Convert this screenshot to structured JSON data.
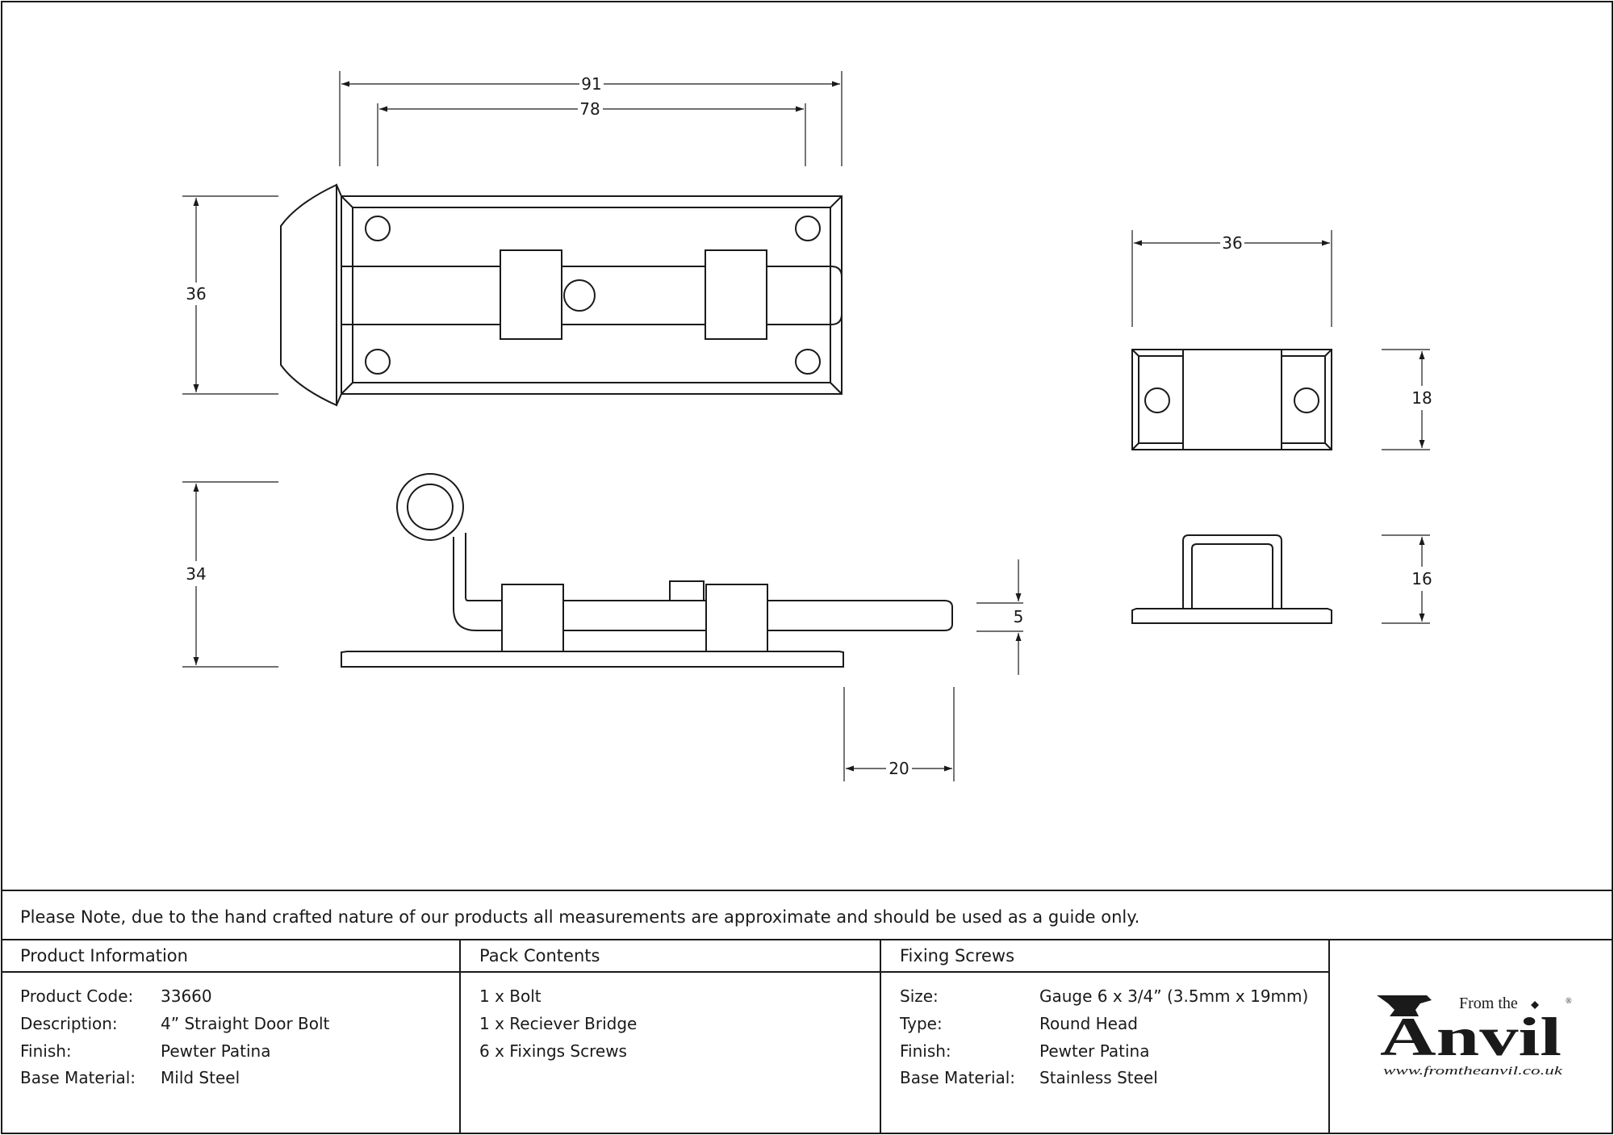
{
  "dimensions": {
    "width_overall": "91",
    "width_plate": "78",
    "height_bolt": "36",
    "height_side": "34",
    "receiver_width": "36",
    "receiver_height": "18",
    "receiver_side_height": "16",
    "bolt_diameter": "5",
    "bolt_throw": "20"
  },
  "note": "Please Note, due to the hand crafted nature of our products all measurements are approximate and should be used as a guide only.",
  "product_information": {
    "heading": "Product Information",
    "rows": [
      {
        "label": "Product Code:",
        "value": "33660"
      },
      {
        "label": "Description:",
        "value": "4” Straight Door Bolt"
      },
      {
        "label": "Finish:",
        "value": "Pewter Patina"
      },
      {
        "label": "Base Material:",
        "value": "Mild Steel"
      }
    ]
  },
  "pack_contents": {
    "heading": "Pack Contents",
    "items": [
      "1 x Bolt",
      "1 x Reciever Bridge",
      "6 x Fixings Screws"
    ]
  },
  "fixing_screws": {
    "heading": "Fixing Screws",
    "rows": [
      {
        "label": "Size:",
        "value": "Gauge 6 x 3/4” (3.5mm x 19mm)"
      },
      {
        "label": "Type:",
        "value": "Round Head"
      },
      {
        "label": "Finish:",
        "value": "Pewter Patina"
      },
      {
        "label": "Base Material:",
        "value": "Stainless Steel"
      }
    ]
  },
  "logo": {
    "from_the": "From the",
    "brand": "Anvil",
    "registered": "®",
    "url": "www.fromtheanvil.co.uk"
  },
  "colors": {
    "line": "#1a1a1a",
    "background": "#ffffff"
  }
}
